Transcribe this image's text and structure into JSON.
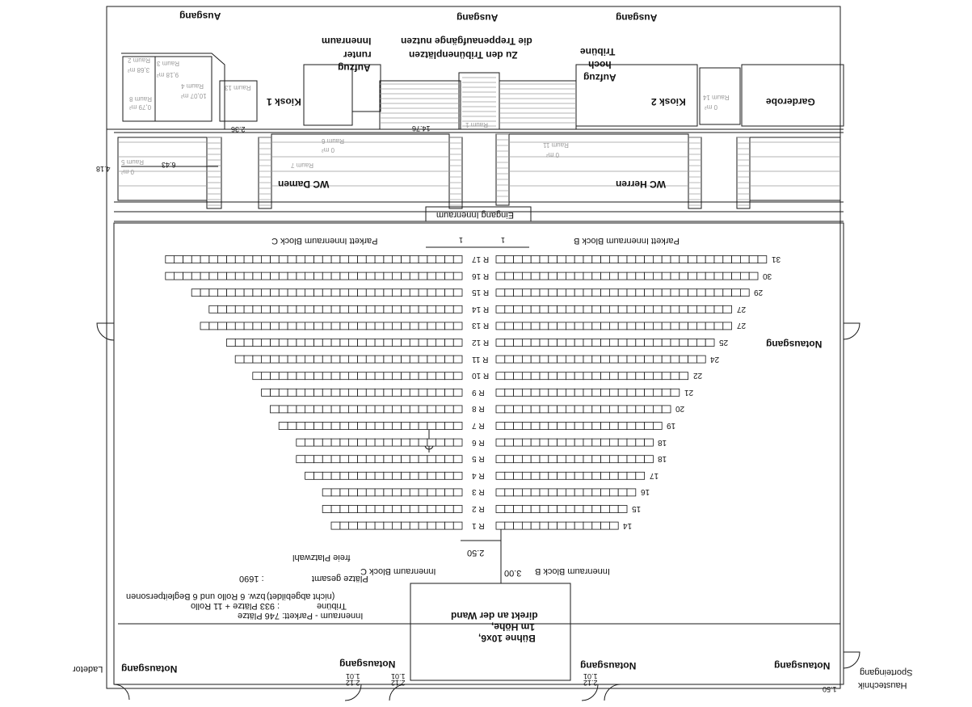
{
  "labels": {
    "ausgang_left": "Ausgang",
    "ausgang_center": "Ausgang",
    "ausgang_right": "Ausgang",
    "innenraum_runter": [
      "Innenraum",
      "runter",
      "Aufzug"
    ],
    "tribuene_hint": [
      "die Treppenaufgänge nutzen",
      "Zu den Tribünenplätzen"
    ],
    "tribuene_hoch": [
      "Tribüne",
      "hoch",
      "Aufzug"
    ],
    "kiosk1": "Kiosk 1",
    "kiosk2": "Kiosk 2",
    "garderobe": "Garderobe",
    "wc_damen": "WC Damen",
    "wc_herren": "WC Herren",
    "eingang": "Eingang Innenraum",
    "parkett_c": "Parkett  Innenraum Block C",
    "parkett_b": "Parkett  Innenraum Block B",
    "block_b": "Innenraum Block B",
    "block_c": "Innenraum Block C",
    "notausgang": "Notausgang",
    "ladetor": "Ladetor",
    "haustechnik": [
      "Haustechnik",
      "Sporteingang"
    ],
    "buehne": [
      "Bühne 10x6,",
      "1m Höhe,",
      "direkt an der Wand"
    ],
    "freie_platzwahl": "freie Platzwahl"
  },
  "rooms": [
    "Raum 2",
    "Raum 3",
    "Raum 4",
    "Raum 5",
    "Raum 6",
    "Raum 8",
    "Raum 1",
    "Raum 11",
    "Raum 13",
    "Raum 14",
    "Raum 7"
  ],
  "area_values": [
    "0 m²",
    "3,68 m²",
    "9,18 m²",
    "0,79 m²",
    "10,07 m²",
    "0 m²"
  ],
  "dimensions": {
    "d_236": "2.36",
    "d_643": "6.43",
    "d_41": "4.18",
    "d_1476": "14.76",
    "d_1": "1",
    "d_25": "2.50",
    "d_30": "3.00",
    "d_101": "1.01",
    "d_212": "2.12",
    "d_150": "1.50"
  },
  "rows": [
    "R 17",
    "R 16",
    "R 15",
    "R 14",
    "R 13",
    "R 12",
    "R 11",
    "R 10",
    "R 9",
    "R 8",
    "R 7",
    "R 6",
    "R 5",
    "R 4",
    "R 3",
    "R 2",
    "R 1"
  ],
  "seat_counts": [
    "31",
    "30",
    "29",
    "27",
    "27",
    "25",
    "24",
    "22",
    "21",
    "20",
    "19",
    "18",
    "18",
    "17",
    "16",
    "15",
    "14"
  ],
  "summary": {
    "plaetze_label": "Plätze gesamt",
    "plaetze_value": ": 1690",
    "innenraum": "Innenraum - Parkett: 746 Plätze",
    "tribuene_label": "Tribüne",
    "tribuene_value": ": 933 Plätze + 11 Rollo",
    "rollo": "bzw. 6 Rollo und 6 Begleitpersonen",
    "nicht": "(nicht abgebildet)"
  },
  "colors": {
    "line": "#1a1a1a",
    "faint": "#9a9a9a",
    "bg": "#ffffff"
  }
}
